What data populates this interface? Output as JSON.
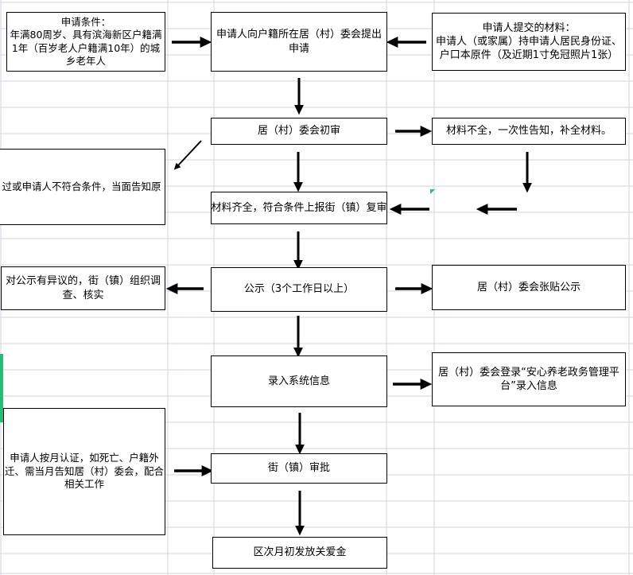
{
  "colors": {
    "grid_line": "#cdd4e0",
    "box_border": "#000000",
    "box_fill": "#ffffff",
    "arrow": "#000000",
    "green_marker": "#21bf73"
  },
  "flowchart": {
    "boxes": {
      "conditions": "申请条件：\n年满80周岁、具有滨海新区户籍满1年（百岁老人户籍满10年）的城乡老年人",
      "apply": "申请人向户籍所在居（村）委会提出\n申请",
      "materials": "申请人提交的材料：\n申请人（或家属）持申请人居民身份证、户口本原件（及近期1寸免冠照片1张）",
      "initial_review": "居（村）委会初审",
      "incomplete": "材料不全，一次性告知，补全材料。",
      "reject_notice": "过或申请人不符合条件，当面告知原",
      "complete": "材料齐全，符合条件上报街（镇）复审",
      "publicity": "公示（3个工作日以上）",
      "post_publicity": "居（村）委会张贴公示",
      "objection": "对公示有异议的，街（镇）组织调查、核实",
      "data_entry": "录入系统信息",
      "platform_entry": "居（村）委会登录“安心养老政务管理平台”录入信息",
      "monthly_cert": "申请人按月认证，如死亡、户籍外迁、需当月告知居（村）委会，配合相关工作",
      "approval": "街（镇）审批",
      "payment": "区次月初发放关爱金"
    }
  }
}
